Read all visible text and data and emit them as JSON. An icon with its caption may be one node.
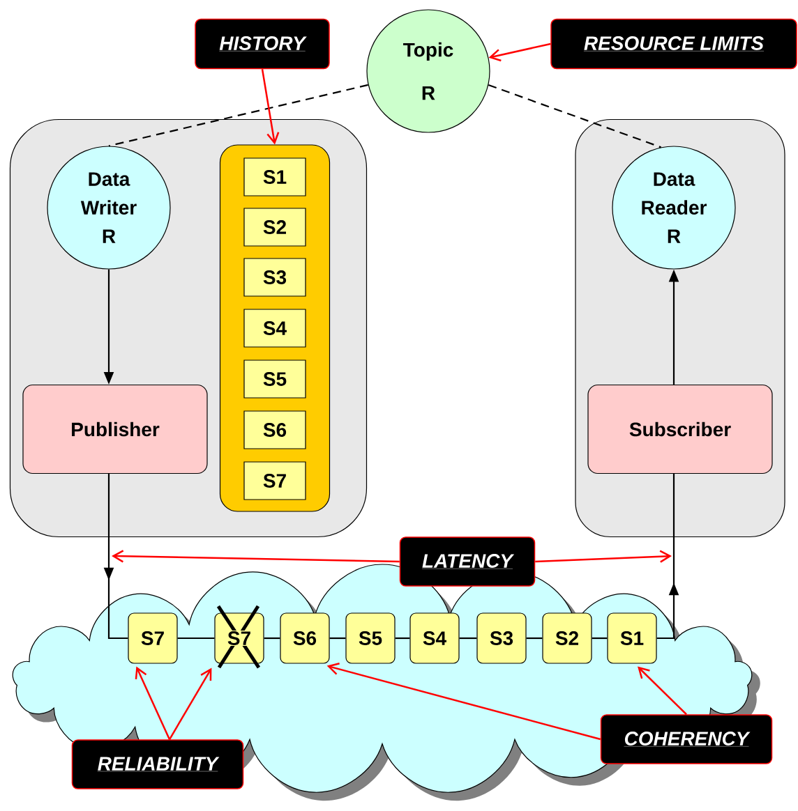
{
  "diagram": {
    "nodes": [
      {
        "text": [
          "Topic R"
        ]
      },
      {
        "text": [
          "HISTORY"
        ]
      },
      {
        "text": [
          "RESOURCE LIMITS"
        ]
      },
      {
        "text": [],
        "shape": "box"
      },
      {
        "text": [
          "Data Writer R"
        ],
        "in": 3
      },
      {
        "text": [
          "Publisher"
        ],
        "in": 3
      },
      {
        "text": [],
        "shape": "box",
        "in": 3
      },
      {
        "text": [
          "S1"
        ],
        "in": 6
      },
      {
        "text": [
          "S2"
        ],
        "in": 6
      },
      {
        "text": [
          "S3"
        ],
        "in": 6
      },
      {
        "text": [
          "S4"
        ],
        "in": 6
      },
      {
        "text": [
          "S5"
        ],
        "in": 6
      },
      {
        "text": [
          "S6"
        ],
        "in": 6
      },
      {
        "text": [
          "S7"
        ],
        "in": 6
      },
      {
        "text": [],
        "shape": "box"
      },
      {
        "text": [
          "Data Reader R"
        ],
        "in": 14
      },
      {
        "text": [
          "Subscriber"
        ],
        "in": 14
      },
      {
        "text": [],
        "shape": "cloud"
      },
      {
        "text": [
          "LATENCY"
        ]
      },
      {
        "text": [
          "S7"
        ],
        "in": 17
      },
      {
        "text": [
          "S7"
        ],
        "in": 17
      },
      {
        "text": [
          "S6"
        ],
        "in": 17
      },
      {
        "text": [
          "S5"
        ],
        "in": 17
      },
      {
        "text": [
          "S4"
        ],
        "in": 17
      },
      {
        "text": [
          "S3"
        ],
        "in": 17
      },
      {
        "text": [
          "S2"
        ],
        "in": 17
      },
      {
        "text": [
          "S1"
        ],
        "in": 17
      },
      {
        "text": [
          "RELIABILITY"
        ]
      },
      {
        "text": [
          "COHERENCY"
        ]
      }
    ],
    "edges": [
      {
        "from": 0,
        "to": 4,
        "arrow": "none",
        "style": "dashed"
      },
      {
        "from": 0,
        "to": 15,
        "arrow": "none",
        "style": "dashed"
      },
      {
        "from": 1,
        "to": 6,
        "arrow": "to",
        "color": "#ff0000"
      },
      {
        "from": 2,
        "to": 0,
        "arrow": "to",
        "color": "#ff0000"
      },
      {
        "from": 4,
        "to": 5,
        "arrow": "to"
      },
      {
        "from": 5,
        "to": 19,
        "arrow": "to"
      },
      {
        "from": 19,
        "to": 20,
        "arrow": "none"
      },
      {
        "from": 20,
        "to": 21,
        "arrow": "none"
      },
      {
        "from": 21,
        "to": 22,
        "arrow": "none"
      },
      {
        "from": 22,
        "to": 23,
        "arrow": "none"
      },
      {
        "from": 23,
        "to": 24,
        "arrow": "none"
      },
      {
        "from": 24,
        "to": 25,
        "arrow": "none"
      },
      {
        "from": 25,
        "to": 26,
        "arrow": "none"
      },
      {
        "from": 26,
        "to": 16,
        "arrow": "to"
      },
      {
        "from": 16,
        "to": 15,
        "arrow": "to"
      },
      {
        "from": 18,
        "to": null,
        "arrow": "to",
        "color": "#ff0000"
      },
      {
        "from": 18,
        "to": null,
        "arrow": "to",
        "color": "#ff0000"
      },
      {
        "from": 27,
        "to": 19,
        "arrow": "to",
        "color": "#ff0000"
      },
      {
        "from": 27,
        "to": 20,
        "arrow": "to",
        "color": "#ff0000"
      },
      {
        "from": 28,
        "to": 21,
        "arrow": "to",
        "color": "#ff0000"
      },
      {
        "from": 28,
        "to": 26,
        "arrow": "to",
        "color": "#ff0000"
      }
    ]
  }
}
